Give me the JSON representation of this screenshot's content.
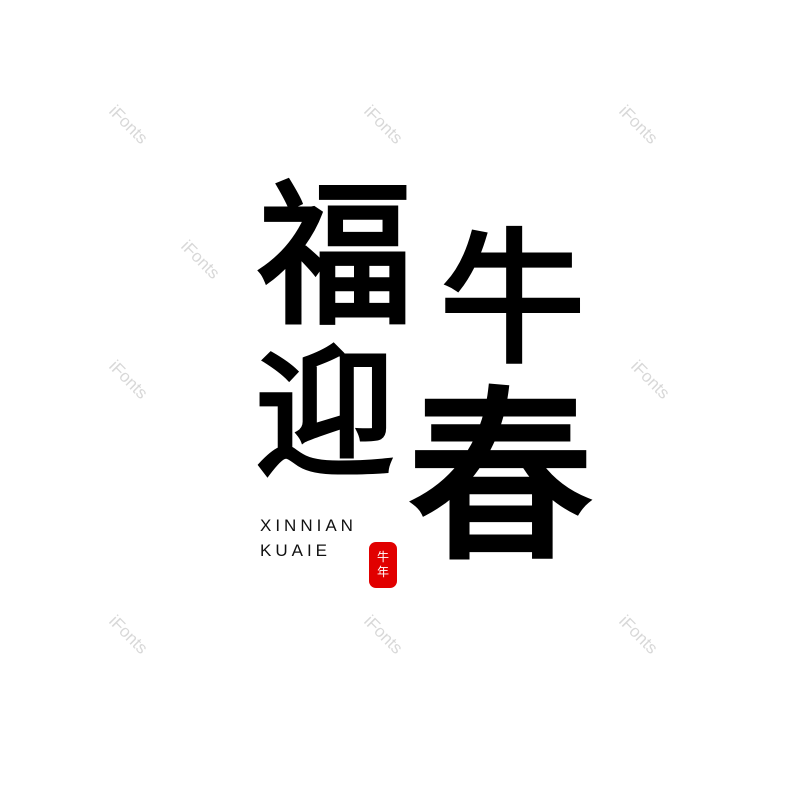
{
  "watermark": "iFonts",
  "title_chars": [
    "福",
    "牛",
    "迎",
    "春"
  ],
  "subtitle_line1": "XINNIAN",
  "subtitle_line2": "KUAIE",
  "seal_chars": [
    "牛",
    "年"
  ],
  "colors": {
    "ink": "#000000",
    "seal": "#e10000",
    "watermark": "#d8d8d8"
  }
}
